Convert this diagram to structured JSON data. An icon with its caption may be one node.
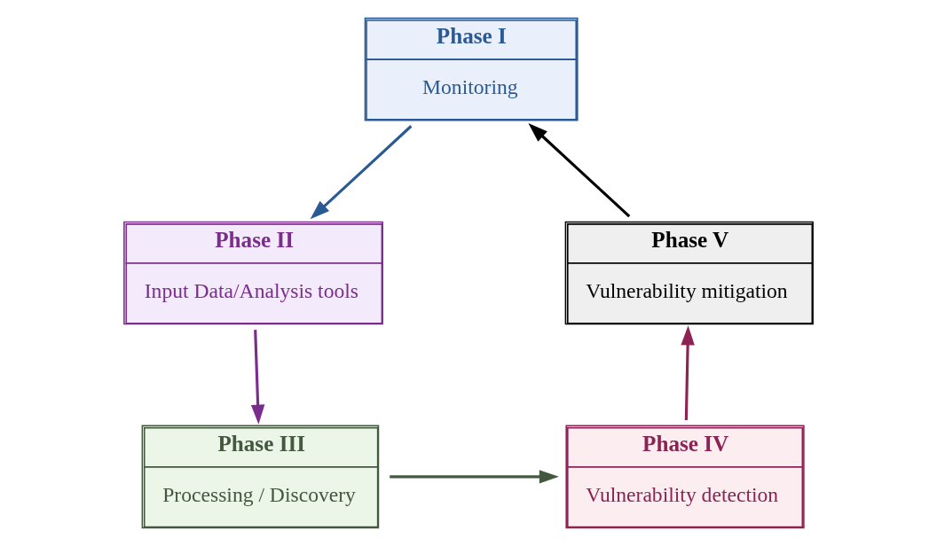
{
  "diagram": {
    "nodes": [
      {
        "text": [
          "Phase I",
          "Monitoring"
        ]
      },
      {
        "text": [
          "Phase II",
          "Input Data/Analysis tools"
        ]
      },
      {
        "text": [
          "Phase III",
          "Processing / Discovery"
        ]
      },
      {
        "text": [
          "Phase IV",
          "Vulnerability detection"
        ]
      },
      {
        "text": [
          "Phase V",
          "Vulnerability mitigation"
        ]
      }
    ],
    "edges": [
      {
        "from": 0,
        "to": 1,
        "arrow": "to",
        "color": "#2a5a94"
      },
      {
        "from": 1,
        "to": 2,
        "arrow": "to",
        "color": "#7a2d8c"
      },
      {
        "from": 2,
        "to": 3,
        "arrow": "to",
        "color": "#44573f"
      },
      {
        "from": 3,
        "to": 4,
        "arrow": "to",
        "color": "#8c2352"
      },
      {
        "from": 4,
        "to": 0,
        "arrow": "to",
        "color": "#000000"
      }
    ]
  }
}
